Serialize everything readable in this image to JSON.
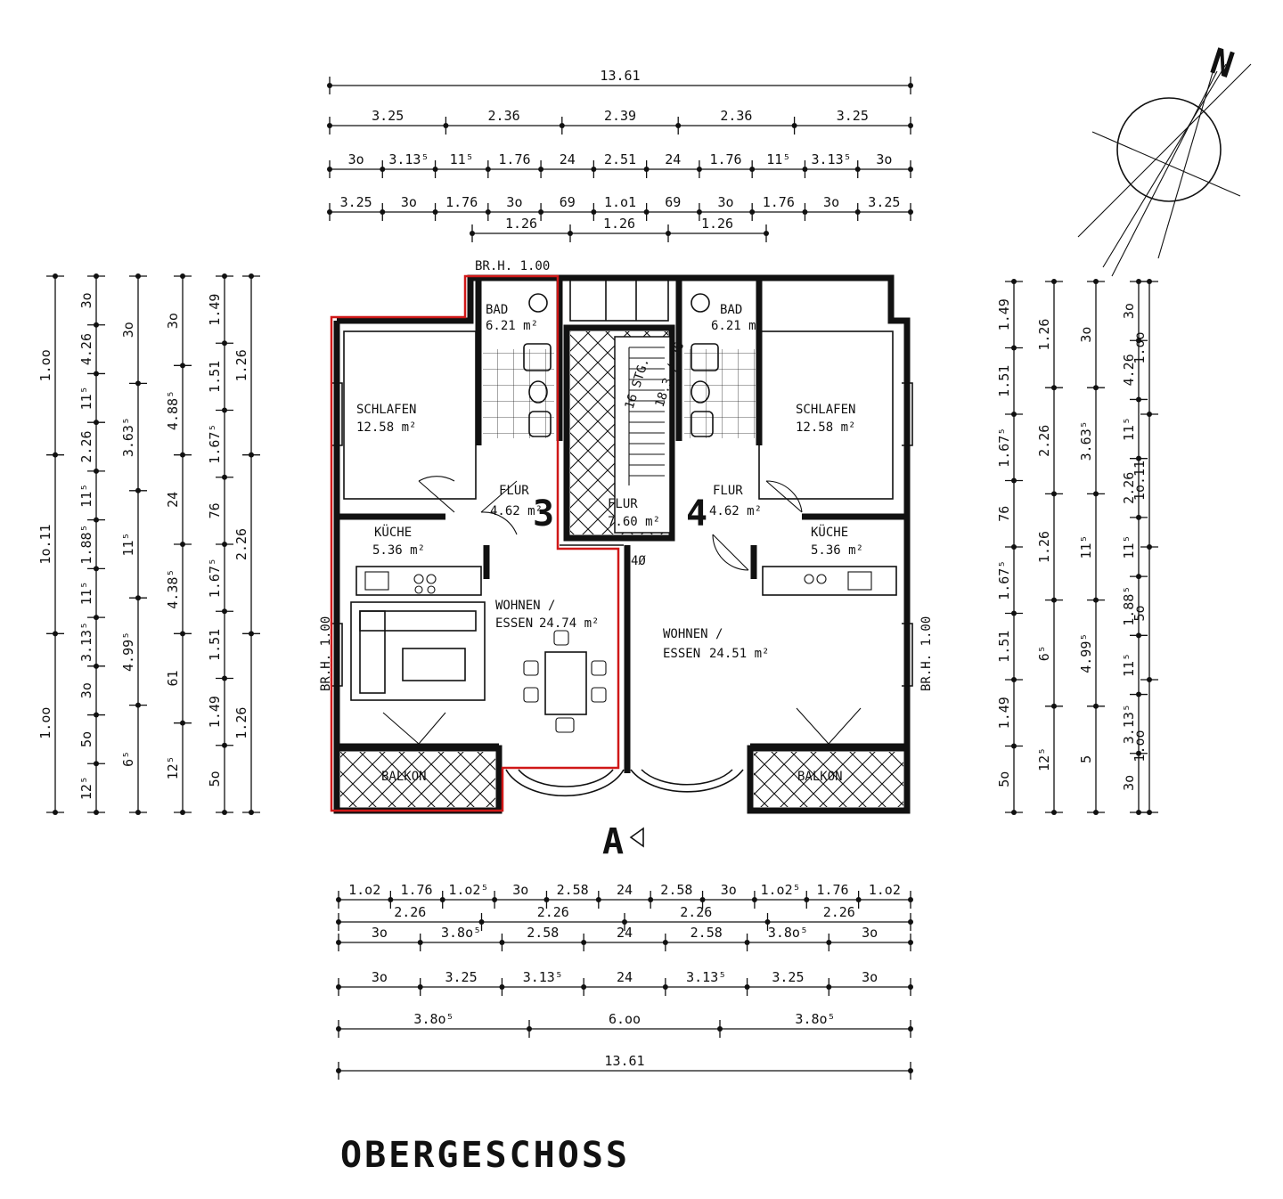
{
  "title": "OBERGESCHOSS",
  "units": [
    {
      "number": "3",
      "rooms": [
        {
          "name": "BAD",
          "area": "6.21 m²"
        },
        {
          "name": "SCHLAFEN",
          "area": "12.58 m²"
        },
        {
          "name": "FLUR",
          "area": "4.62 m²"
        },
        {
          "name": "KÜCHE",
          "area": "5.36 m²"
        },
        {
          "name": "WOHNEN /",
          "name2": "ESSEN",
          "area": "24.74 m²"
        },
        {
          "name": "BALKON"
        }
      ]
    },
    {
      "number": "4",
      "rooms": [
        {
          "name": "BAD",
          "area": "6.21 m²"
        },
        {
          "name": "SCHLAFEN",
          "area": "12.58 m²"
        },
        {
          "name": "FLUR",
          "area": "4.62 m²"
        },
        {
          "name": "KÜCHE",
          "area": "5.36 m²"
        },
        {
          "name": "WOHNEN /",
          "name2": "ESSEN",
          "area": "24.51 m²"
        },
        {
          "name": "BALKON"
        }
      ]
    }
  ],
  "stair": {
    "name": "FLUR",
    "area": "7.60 m²",
    "steps": "16 STG.",
    "rise": "18.3 / 26",
    "ref": "4Ø"
  },
  "notes": {
    "br_top": "BR.H. 1.00",
    "br_left": "BR.H. 1.00",
    "br_right": "BR.H. 1.00",
    "section": "A"
  },
  "compass": {
    "label": "N"
  },
  "dimensions": {
    "top": [
      [
        "13.61"
      ],
      [
        "3.25",
        "2.36",
        "2.39",
        "2.36",
        "3.25"
      ],
      [
        "3o",
        "3.13⁵",
        "11⁵",
        "1.76",
        "24",
        "2.51",
        "24",
        "1.76",
        "11⁵",
        "3.13⁵",
        "3o"
      ],
      [
        "3.25",
        "3o",
        "1.76",
        "3o",
        "69",
        "1.o1",
        "69",
        "3o",
        "1.76",
        "3o",
        "3.25"
      ],
      [
        "1.26",
        "1.26",
        "1.26"
      ]
    ],
    "bottom": [
      [
        "1.o2",
        "1.76",
        "1.o2⁵",
        "3o",
        "2.58",
        "24",
        "2.58",
        "3o",
        "1.o2⁵",
        "1.76",
        "1.o2"
      ],
      [
        "2.26",
        "2.26",
        "2.26",
        "2.26"
      ],
      [
        "3o",
        "3.8o⁵",
        "2.58",
        "24",
        "2.58",
        "3.8o⁵",
        "3o"
      ],
      [
        "3o",
        "3.25",
        "3.13⁵",
        "24",
        "3.13⁵",
        "3.25",
        "3o"
      ],
      [
        "3.8o⁵",
        "6.oo",
        "3.8o⁵"
      ],
      [
        "13.61"
      ]
    ],
    "left": [
      [
        "1.oo",
        "1o.11",
        "1.oo"
      ],
      [
        "3o",
        "4.26",
        "11⁵",
        "2.26",
        "11⁵",
        "1.88⁵",
        "11⁵",
        "3.13⁵",
        "3o",
        "5o",
        "12⁵"
      ],
      [
        "3o",
        "3.63⁵",
        "11⁵",
        "4.99⁵",
        "6⁵"
      ],
      [
        "3o",
        "4.88⁵",
        "24",
        "4.38⁵",
        "61",
        "12⁵"
      ],
      [
        "1.49",
        "1.51",
        "1.67⁵",
        "76",
        "1.67⁵",
        "1.51",
        "1.49",
        "5o"
      ],
      [
        "1.26",
        "2.26",
        "1.26"
      ]
    ],
    "right": [
      [
        "1.49",
        "1.51",
        "1.67⁵",
        "76",
        "1.67⁵",
        "1.51",
        "1.49",
        "5o"
      ],
      [
        "1.26",
        "2.26",
        "1.26",
        "6⁵",
        "12⁵"
      ],
      [
        "3o",
        "3.63⁵",
        "11⁵",
        "4.99⁵",
        "5"
      ],
      [
        "3o",
        "4.26",
        "11⁵",
        "2.26",
        "11⁵",
        "1.88⁵",
        "11⁵",
        "3.13⁵",
        "3o"
      ],
      [
        "1.oo",
        "1o.11",
        "5o",
        "1.oo"
      ]
    ]
  }
}
